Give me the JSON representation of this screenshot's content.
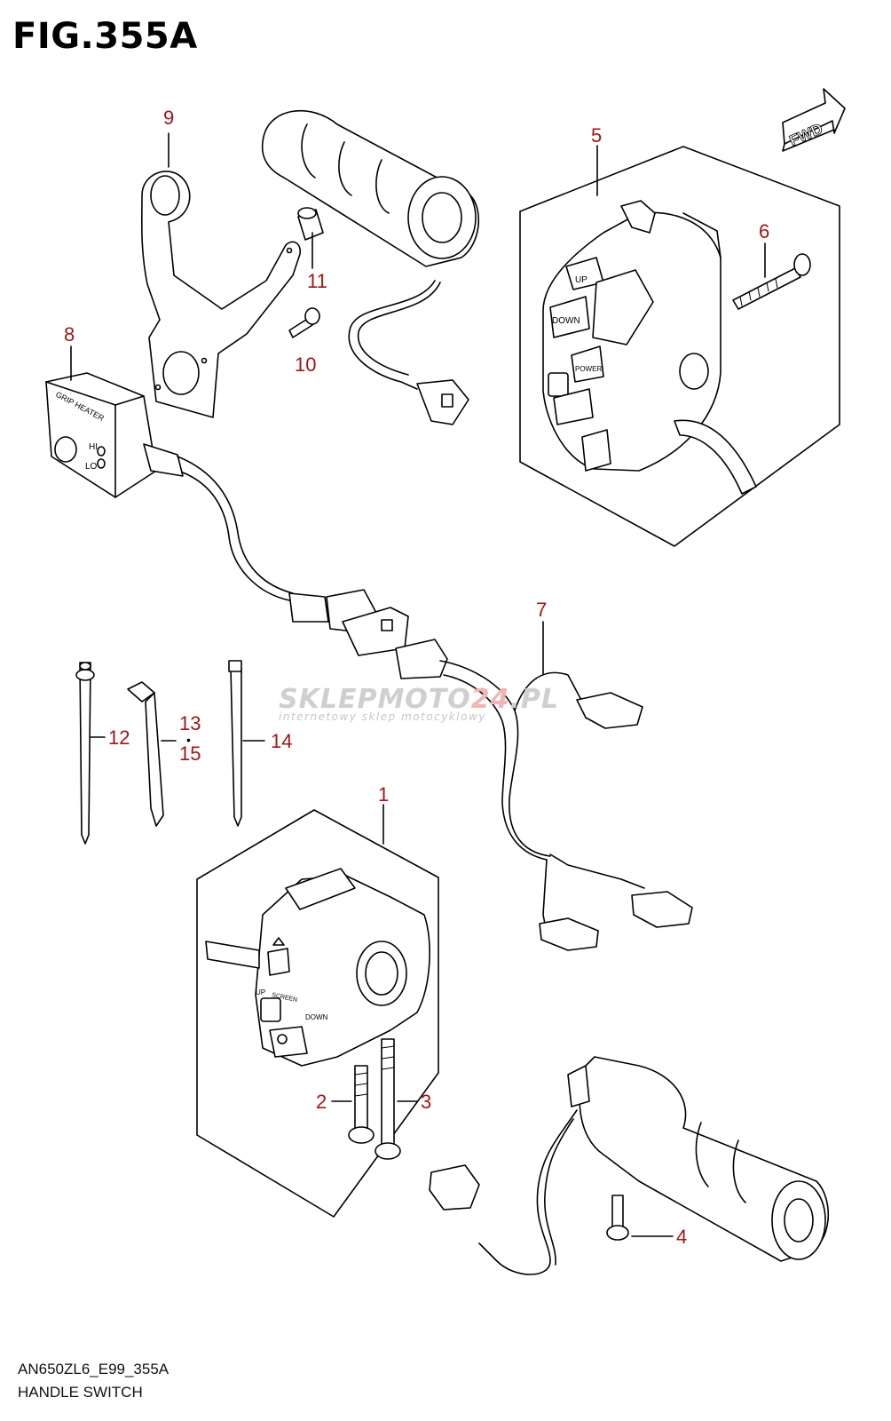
{
  "figure": {
    "title": "FIG.355A",
    "code": "AN650ZL6_E99_355A",
    "name": "HANDLE SWITCH"
  },
  "fwd_label": "FWD",
  "watermark": {
    "brand_part1": "SKLEPMOTO",
    "brand_part2": "24",
    "brand_part3": ".PL",
    "tagline": "internetowy sklep motocyklowy"
  },
  "switch_labels": {
    "right_up": "UP",
    "right_down": "DOWN",
    "right_power": "POWER",
    "left_up": "UP",
    "left_screen": "SCREEN",
    "left_down": "DOWN",
    "grip_heater": "GRIP HEATER",
    "hi": "HI",
    "lo": "LO"
  },
  "callouts": {
    "c1": "1",
    "c2": "2",
    "c3": "3",
    "c4": "4",
    "c5": "5",
    "c6": "6",
    "c7": "7",
    "c8": "8",
    "c9": "9",
    "c10": "10",
    "c11": "11",
    "c12": "12",
    "c13": "13",
    "c13_15_dot": "•",
    "c15": "15",
    "c14": "14"
  },
  "colors": {
    "callout": "#a31515",
    "line": "#000000"
  }
}
